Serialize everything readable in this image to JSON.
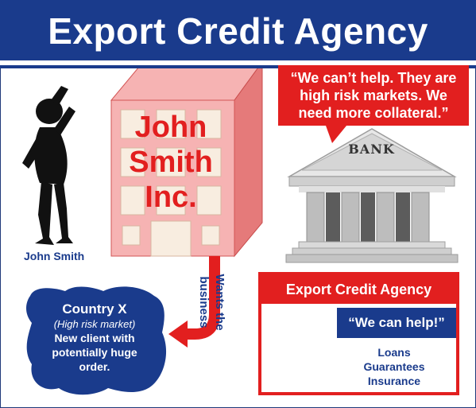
{
  "title": "Export Credit Agency",
  "person": {
    "name": "John Smith"
  },
  "company": {
    "line1": "John",
    "line2": "Smith",
    "line3": "Inc."
  },
  "bank": {
    "sign": "BANK",
    "quote_line1": "“We can’t help. They are",
    "quote_line2": "high risk markets. We",
    "quote_line3": "need more collateral.”"
  },
  "country": {
    "title": "Country X",
    "subtitle": "(High risk market)",
    "desc_line1": "New client with",
    "desc_line2": "potentially huge",
    "desc_line3": "order."
  },
  "arrow_label": {
    "line1": "Wants the",
    "line2": "business"
  },
  "eca": {
    "header": "Export Credit Agency",
    "quote": "“We can help!”",
    "services": [
      "Loans",
      "Guarantees",
      "Insurance"
    ]
  },
  "colors": {
    "navy": "#1a3b8c",
    "red": "#e21f1f",
    "building": "#f4a9a9",
    "window": "#f8ede0"
  }
}
